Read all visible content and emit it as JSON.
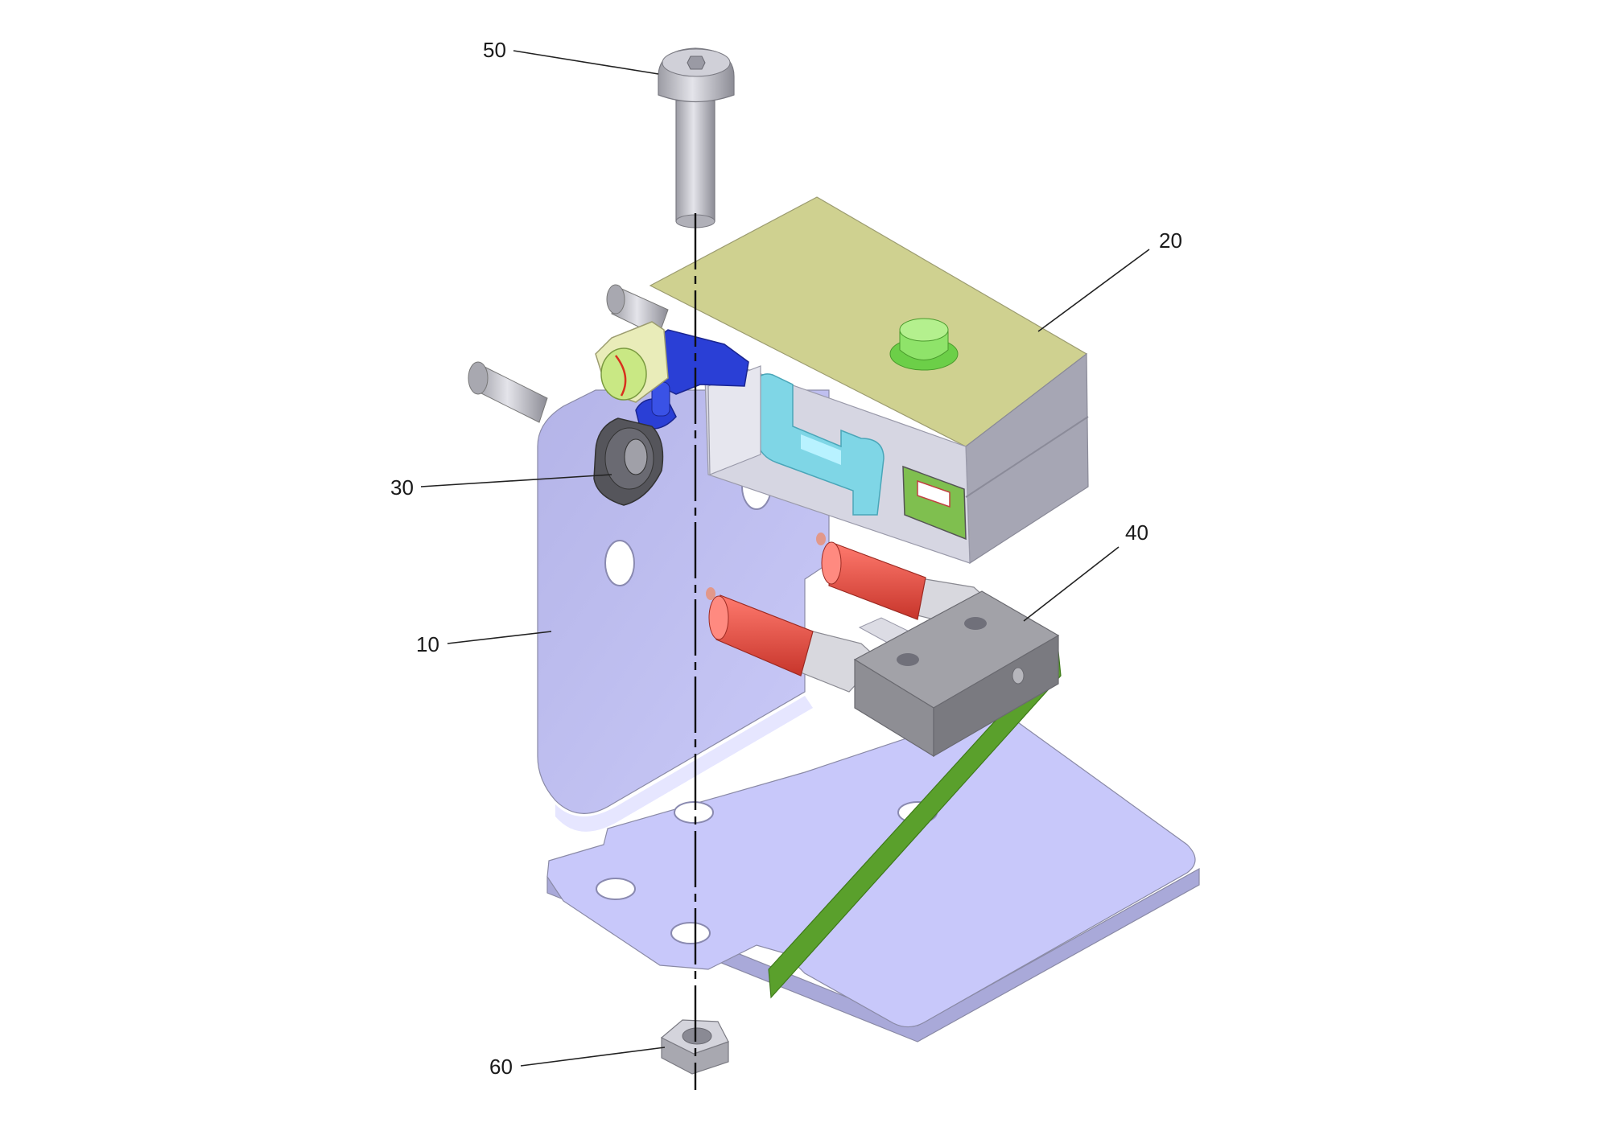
{
  "callouts": {
    "c10": {
      "label": "10",
      "part": "mounting-bracket"
    },
    "c20": {
      "label": "20",
      "part": "housing-block"
    },
    "c30": {
      "label": "30",
      "part": "knurled-nut"
    },
    "c40": {
      "label": "40",
      "part": "connector-block"
    },
    "c50": {
      "label": "50",
      "part": "screw"
    },
    "c60": {
      "label": "60",
      "part": "hex-nut"
    }
  },
  "colors": {
    "bracket": "#c4c4f4",
    "bracket_shadow": "#a9a9dd",
    "housing_top": "#cfd190",
    "housing_side": "#b9b9c6",
    "screw": "#c9c9cf",
    "blue_clip": "#2a3fd6",
    "cyan_part": "#7fd6e6",
    "red_pin": "#e8473b",
    "green_strip": "#5aa02c",
    "green_cap": "#8fe36a",
    "connector": "#8e8e94"
  }
}
